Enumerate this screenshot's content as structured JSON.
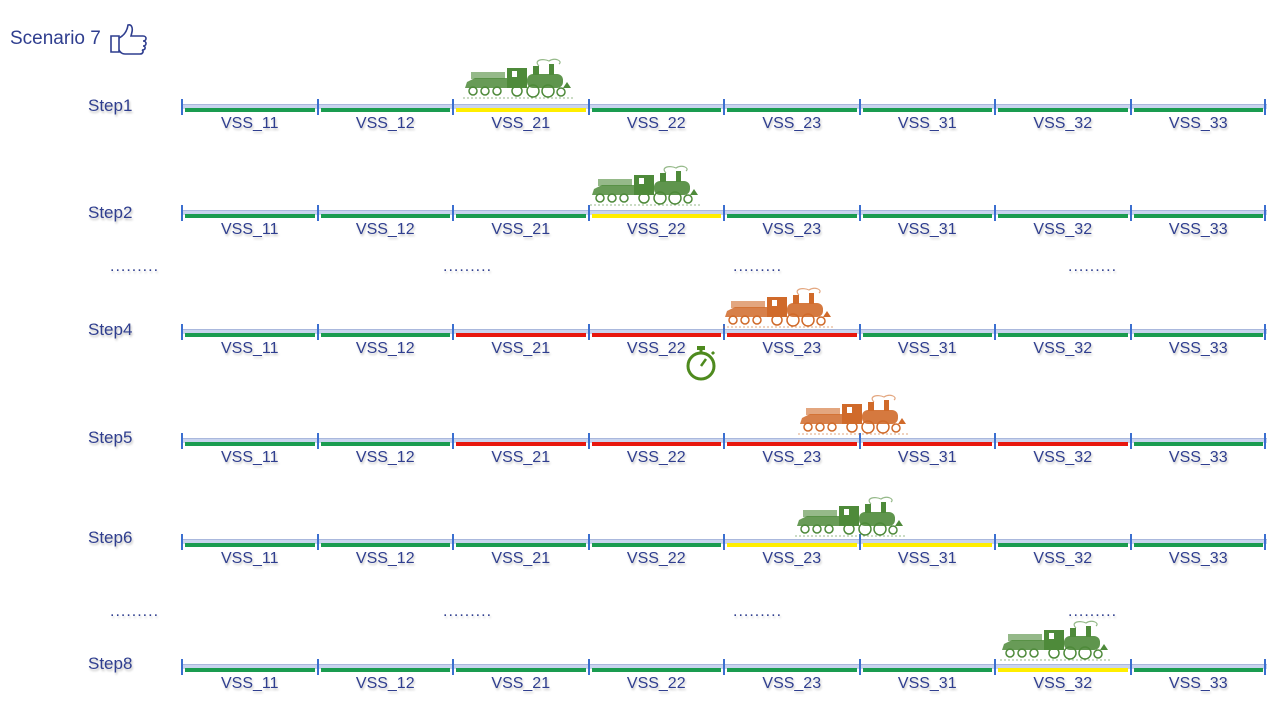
{
  "title": "Scenario 7",
  "segment_names": [
    "VSS_11",
    "VSS_12",
    "VSS_21",
    "VSS_22",
    "VSS_23",
    "VSS_31",
    "VSS_32",
    "VSS_33"
  ],
  "ellipsis": ".........",
  "colors": {
    "free": "#1a9c50",
    "occupied": "#e8170e",
    "reserved": "#ffee00",
    "rail": "#c9d4ee",
    "text": "#2f3e8f",
    "train_green": "#4e8a3a",
    "train_orange": "#d06a2a"
  },
  "steps": [
    {
      "label": "Step1",
      "states": [
        "free",
        "free",
        "reserved",
        "free",
        "free",
        "free",
        "free",
        "free"
      ],
      "train_color": "green",
      "train_segment": "VSS_21"
    },
    {
      "label": "Step2",
      "states": [
        "free",
        "free",
        "free",
        "reserved",
        "free",
        "free",
        "free",
        "free"
      ],
      "train_color": "green",
      "train_segment": "VSS_22"
    },
    {
      "label": "Step4",
      "states": [
        "free",
        "free",
        "occupied",
        "occupied",
        "occupied",
        "free",
        "free",
        "free"
      ],
      "train_color": "orange",
      "train_segment": "VSS_23",
      "timer_icon": "stopwatch-icon"
    },
    {
      "label": "Step5",
      "states": [
        "free",
        "free",
        "occupied",
        "occupied",
        "occupied",
        "occupied",
        "occupied",
        "free"
      ],
      "train_color": "orange",
      "train_segment": "VSS_23/VSS_31"
    },
    {
      "label": "Step6",
      "states": [
        "free",
        "free",
        "free",
        "free",
        "reserved",
        "reserved",
        "free",
        "free"
      ],
      "train_color": "green",
      "train_segment": "VSS_23/VSS_31"
    },
    {
      "label": "Step8",
      "states": [
        "free",
        "free",
        "free",
        "free",
        "free",
        "free",
        "reserved",
        "free"
      ],
      "train_color": "green",
      "train_segment": "VSS_32"
    }
  ]
}
